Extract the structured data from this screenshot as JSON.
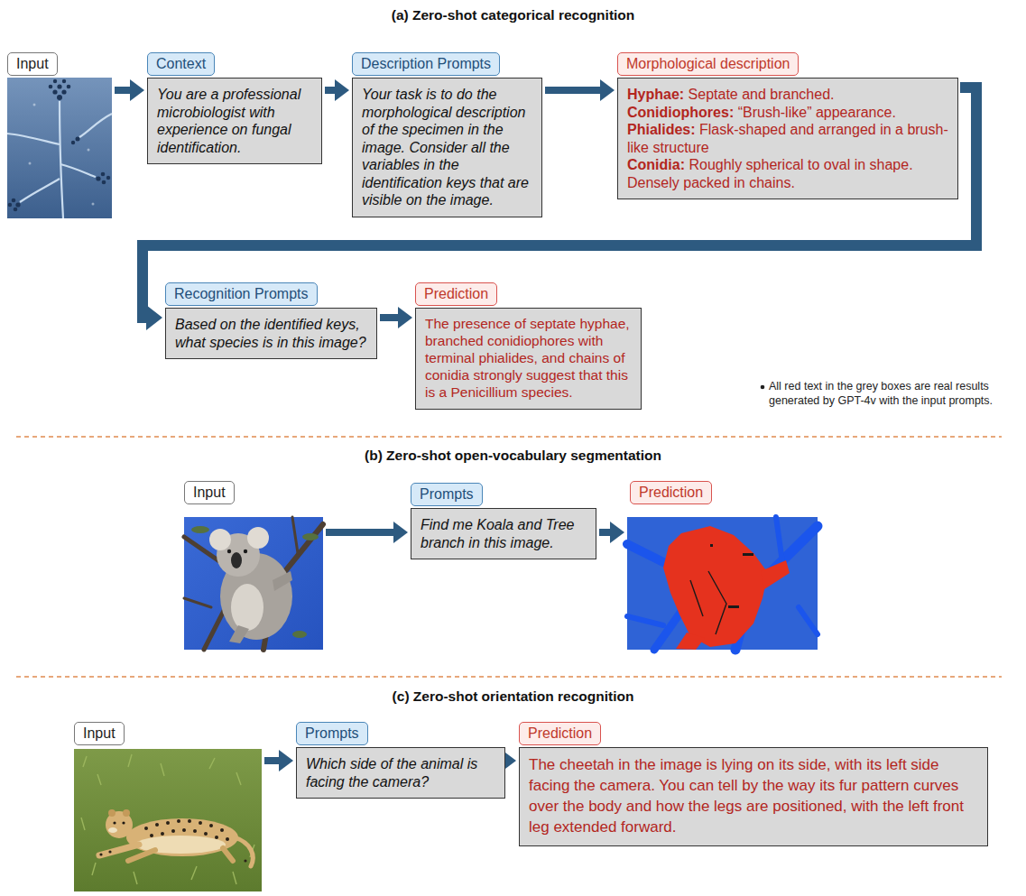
{
  "diagram": {
    "nodes": [
      {
        "text": [
          "Input"
        ]
      },
      {
        "text": [
          "Context",
          "You are a professional microbiologist with experience on fungal identification."
        ]
      },
      {
        "text": [
          "Description Prompts",
          "Your task is to do the morphological description of the specimen in the image. Consider all the variables in the identification keys that are visible on the image."
        ]
      },
      {
        "text": [
          "Morphological description",
          "Hyphae: Septate and branched.",
          "Conidiophores: “Brush-like” appearance.",
          "Phialides: Flask-shaped and arranged in a brush-like structure",
          "Conidia: Roughly spherical to oval in shape. Densely packed in chains."
        ]
      },
      {
        "text": [
          "Recognition Prompts",
          "Based on the identified keys, what species is in this image?"
        ]
      },
      {
        "text": [
          "Prediction",
          "The presence of septate hyphae, branched conidiophores with terminal phialides, and chains of conidia strongly suggest that this is a Penicillium species."
        ]
      },
      {
        "text": [
          "Input"
        ]
      },
      {
        "text": [
          "Prompts",
          "Find me Koala and Tree branch in this image."
        ]
      },
      {
        "text": [
          "Prediction"
        ]
      },
      {
        "text": [
          "Input"
        ]
      },
      {
        "text": [
          "Prompts",
          "Which side of the animal is facing the camera?"
        ]
      },
      {
        "text": [
          "Prediction",
          "The cheetah in the image is lying on its side, with its left side facing the camera. You can tell by the way its fur pattern curves over the body and how the legs are positioned, with the left front leg extended forward."
        ]
      }
    ],
    "edges": [
      {
        "from": 0,
        "to": 1,
        "arrow": "to"
      },
      {
        "from": 1,
        "to": 2,
        "arrow": "to"
      },
      {
        "from": 2,
        "to": 3,
        "arrow": "to"
      },
      {
        "from": 3,
        "to": 4,
        "arrow": "to"
      },
      {
        "from": 4,
        "to": 5,
        "arrow": "to"
      },
      {
        "from": 6,
        "to": 7,
        "arrow": "to"
      },
      {
        "from": 7,
        "to": 8,
        "arrow": "to"
      },
      {
        "from": 9,
        "to": 10,
        "arrow": "to"
      },
      {
        "from": 10,
        "to": 11,
        "arrow": "to"
      }
    ],
    "labels": [
      "(a) Zero-shot categorical recognition",
      "(b) Zero-shot open-vocabulary segmentation",
      "(c) Zero-shot orientation recognition",
      "All red text in the grey boxes are real results generated by GPT-4v with the input prompts."
    ]
  }
}
